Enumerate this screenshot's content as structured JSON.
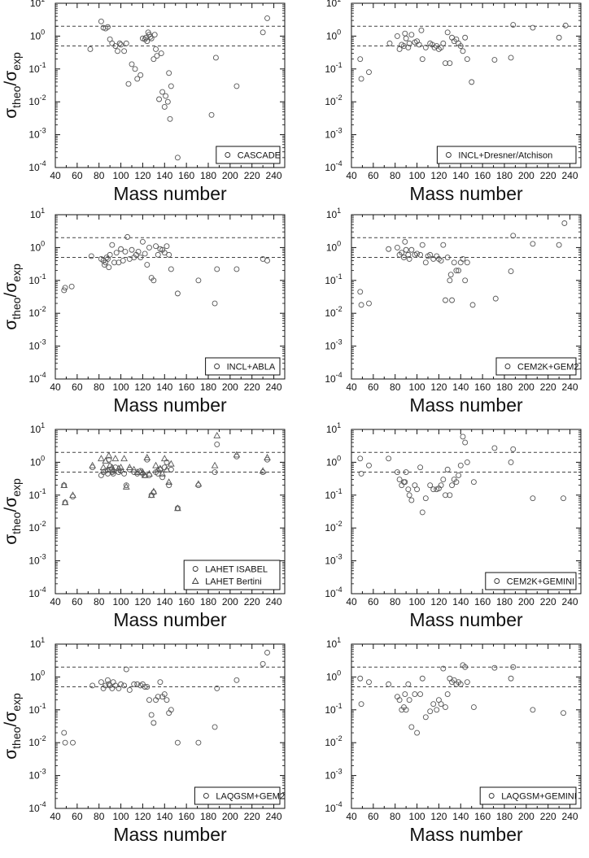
{
  "chart_data": [
    {
      "type": "scatter",
      "xlabel": "Mass number",
      "ylabel": {
        "base": "σ",
        "num_sub": "theo",
        "den_sub": "exp"
      },
      "xlim": [
        40,
        250
      ],
      "ylim": [
        0.0001,
        10
      ],
      "yscale": "log",
      "xticks": [
        "40",
        "60",
        "80",
        "100",
        "120",
        "140",
        "160",
        "180",
        "200",
        "220",
        "240"
      ],
      "yticks": [
        {
          "label": "10",
          "exp": "1"
        },
        {
          "label": "10",
          "exp": "0"
        },
        {
          "label": "10",
          "exp": "-1"
        },
        {
          "label": "10",
          "exp": "-2"
        },
        {
          "label": "10",
          "exp": "-3"
        },
        {
          "label": "10",
          "exp": "-4"
        }
      ],
      "reference_lines": [
        2,
        0.5
      ],
      "legend_position": "bottom-right",
      "series": [
        {
          "name": "CASCADE",
          "marker": "circle",
          "x": [
            72,
            82,
            84,
            86,
            88,
            90,
            92,
            95,
            97,
            99,
            100,
            103,
            105,
            107,
            110,
            113,
            115,
            118,
            120,
            122,
            123,
            124,
            125,
            126,
            127,
            128,
            130,
            131,
            132,
            133,
            135,
            137,
            138,
            140,
            141,
            143,
            144,
            145,
            146,
            152,
            183,
            187,
            206,
            230,
            234
          ],
          "y": [
            0.4,
            2.8,
            1.8,
            1.7,
            1.9,
            0.8,
            0.6,
            0.5,
            0.35,
            0.6,
            0.55,
            0.35,
            0.6,
            0.035,
            0.14,
            0.1,
            0.05,
            0.065,
            0.85,
            0.8,
            0.9,
            0.7,
            1.3,
            1.1,
            0.95,
            0.85,
            0.2,
            1.1,
            0.4,
            0.25,
            0.012,
            0.3,
            0.02,
            0.007,
            0.015,
            0.01,
            0.075,
            0.003,
            0.03,
            0.0002,
            0.004,
            0.22,
            0.03,
            1.3,
            3.5
          ]
        },
        {
          "name": "CASCADE",
          "marker": "circle",
          "x": [],
          "y": []
        }
      ]
    },
    {
      "type": "scatter",
      "xlabel": "Mass number",
      "xlim": [
        40,
        250
      ],
      "ylim": [
        0.0001,
        10
      ],
      "yscale": "log",
      "reference_lines": [
        2,
        0.5
      ],
      "legend_position": "bottom-right",
      "series": [
        {
          "name": "INCL+Dresner/Atchison",
          "marker": "circle",
          "x": [
            48,
            49,
            56,
            75,
            82,
            84,
            86,
            88,
            89,
            90,
            92,
            93,
            95,
            98,
            100,
            102,
            104,
            105,
            108,
            112,
            114,
            116,
            118,
            120,
            122,
            124,
            126,
            128,
            130,
            132,
            134,
            136,
            138,
            140,
            142,
            144,
            146,
            150,
            171,
            186,
            188,
            206,
            230,
            236
          ],
          "y": [
            0.2,
            0.05,
            0.08,
            0.6,
            1.0,
            0.4,
            0.55,
            0.5,
            1.2,
            0.85,
            0.45,
            0.6,
            1.1,
            0.65,
            0.7,
            0.55,
            1.5,
            0.2,
            0.45,
            0.6,
            0.55,
            0.45,
            0.5,
            0.4,
            0.45,
            0.6,
            0.15,
            1.3,
            0.15,
            0.9,
            0.7,
            0.8,
            0.6,
            0.5,
            0.35,
            0.9,
            0.2,
            0.04,
            0.19,
            0.22,
            2.2,
            1.8,
            0.9,
            2.1
          ]
        }
      ]
    },
    {
      "type": "scatter",
      "xlabel": "Mass number",
      "ylabel": {
        "base": "σ",
        "num_sub": "theo",
        "den_sub": "exp"
      },
      "xlim": [
        40,
        250
      ],
      "ylim": [
        0.0001,
        10
      ],
      "yscale": "log",
      "reference_lines": [
        2,
        0.5
      ],
      "legend_position": "bottom-right",
      "series": [
        {
          "name": "INCL+ABLA",
          "marker": "circle",
          "x": [
            48,
            49,
            55,
            73,
            82,
            84,
            85,
            86,
            87,
            88,
            89,
            90,
            92,
            94,
            96,
            98,
            100,
            102,
            104,
            106,
            108,
            110,
            112,
            114,
            116,
            118,
            120,
            122,
            124,
            126,
            128,
            130,
            132,
            134,
            136,
            138,
            140,
            142,
            144,
            146,
            152,
            171,
            186,
            188,
            206,
            230,
            234
          ],
          "y": [
            0.05,
            0.06,
            0.065,
            0.55,
            0.45,
            0.4,
            0.3,
            0.35,
            0.5,
            0.45,
            0.25,
            0.6,
            1.2,
            0.35,
            0.7,
            0.35,
            0.9,
            0.4,
            0.75,
            2.1,
            0.45,
            0.85,
            0.5,
            0.6,
            0.75,
            0.5,
            1.5,
            0.65,
            0.3,
            1.0,
            0.12,
            0.1,
            1.1,
            0.6,
            0.9,
            0.85,
            0.7,
            1.1,
            0.6,
            0.22,
            0.04,
            0.1,
            0.02,
            0.22,
            0.22,
            0.45,
            0.4
          ]
        }
      ]
    },
    {
      "type": "scatter",
      "xlabel": "Mass number",
      "xlim": [
        40,
        250
      ],
      "ylim": [
        0.0001,
        10
      ],
      "yscale": "log",
      "reference_lines": [
        2,
        0.5
      ],
      "legend_position": "bottom-right",
      "series": [
        {
          "name": "CEM2K+GEM2",
          "marker": "circle",
          "x": [
            48,
            49,
            56,
            74,
            82,
            84,
            86,
            88,
            89,
            90,
            92,
            93,
            95,
            98,
            100,
            103,
            105,
            108,
            110,
            112,
            115,
            118,
            120,
            122,
            124,
            126,
            128,
            130,
            131,
            132,
            134,
            136,
            138,
            140,
            142,
            144,
            146,
            151,
            172,
            186,
            188,
            206,
            230,
            235
          ],
          "y": [
            0.045,
            0.018,
            0.02,
            0.9,
            1.0,
            0.6,
            0.7,
            0.5,
            1.5,
            0.85,
            0.6,
            0.45,
            0.85,
            0.6,
            0.65,
            0.6,
            1.2,
            0.35,
            0.55,
            0.6,
            0.45,
            0.55,
            0.45,
            0.4,
            1.2,
            0.025,
            0.5,
            0.1,
            0.15,
            0.025,
            0.35,
            0.2,
            0.2,
            0.35,
            0.45,
            0.1,
            0.35,
            0.018,
            0.028,
            0.19,
            2.3,
            1.3,
            1.2,
            5.5
          ]
        }
      ]
    },
    {
      "type": "scatter",
      "xlabel": "Mass number",
      "ylabel": {
        "base": "σ",
        "num_sub": "theo",
        "den_sub": "exp"
      },
      "xlim": [
        40,
        250
      ],
      "ylim": [
        0.0001,
        10
      ],
      "yscale": "log",
      "reference_lines": [
        2,
        0.5
      ],
      "legend_position": "bottom-right",
      "series": [
        {
          "name": "LAHET ISABEL",
          "marker": "circle",
          "x": [
            48,
            49,
            56,
            74,
            82,
            84,
            86,
            88,
            89,
            90,
            92,
            93,
            95,
            98,
            100,
            103,
            105,
            108,
            112,
            115,
            118,
            120,
            122,
            124,
            126,
            128,
            130,
            132,
            134,
            136,
            138,
            140,
            142,
            144,
            146,
            152,
            171,
            186,
            188,
            206,
            230,
            234
          ],
          "y": [
            0.2,
            0.06,
            0.09,
            0.7,
            0.4,
            0.5,
            0.55,
            0.45,
            1.2,
            0.6,
            0.5,
            0.45,
            0.7,
            0.5,
            0.55,
            0.45,
            0.2,
            0.6,
            0.5,
            0.45,
            0.55,
            0.45,
            0.4,
            1.2,
            0.4,
            0.1,
            0.12,
            0.5,
            0.45,
            0.6,
            0.35,
            0.7,
            1.0,
            0.2,
            0.6,
            0.04,
            0.2,
            0.5,
            3.5,
            1.5,
            0.5,
            1.2
          ]
        },
        {
          "name": "LAHET Bertini",
          "marker": "triangle",
          "x": [
            48,
            49,
            56,
            74,
            82,
            84,
            86,
            88,
            89,
            90,
            92,
            93,
            95,
            98,
            100,
            103,
            105,
            108,
            112,
            115,
            118,
            120,
            122,
            124,
            126,
            128,
            130,
            132,
            134,
            136,
            138,
            140,
            142,
            144,
            146,
            152,
            171,
            186,
            188,
            206,
            230,
            234
          ],
          "y": [
            0.2,
            0.06,
            0.1,
            0.8,
            1.3,
            0.7,
            1.1,
            0.6,
            1.6,
            0.8,
            0.7,
            0.55,
            1.3,
            0.65,
            0.7,
            1.3,
            0.18,
            0.7,
            0.6,
            0.5,
            0.5,
            0.5,
            0.4,
            1.4,
            0.45,
            0.1,
            0.13,
            0.8,
            0.6,
            0.65,
            0.45,
            1.3,
            0.6,
            0.25,
            0.9,
            0.04,
            0.22,
            0.8,
            6.5,
            1.7,
            0.55,
            1.4
          ]
        }
      ]
    },
    {
      "type": "scatter",
      "xlabel": "Mass number",
      "xlim": [
        40,
        250
      ],
      "ylim": [
        0.0001,
        10
      ],
      "yscale": "log",
      "reference_lines": [
        2,
        0.5
      ],
      "legend_position": "bottom-right",
      "series": [
        {
          "name": "CEM2K+GEMINI",
          "marker": "circle",
          "x": [
            48,
            49,
            56,
            74,
            82,
            84,
            86,
            88,
            89,
            90,
            92,
            93,
            95,
            98,
            100,
            103,
            105,
            108,
            112,
            115,
            118,
            120,
            122,
            124,
            126,
            128,
            130,
            132,
            134,
            136,
            138,
            140,
            142,
            144,
            146,
            152,
            171,
            186,
            188,
            206,
            234
          ],
          "y": [
            1.3,
            0.45,
            0.8,
            1.3,
            0.5,
            0.3,
            0.2,
            0.25,
            0.25,
            0.5,
            0.15,
            0.1,
            0.07,
            0.2,
            0.15,
            0.7,
            0.03,
            0.08,
            0.2,
            0.15,
            0.15,
            0.16,
            0.2,
            0.3,
            0.1,
            0.6,
            0.1,
            0.2,
            0.3,
            0.25,
            0.4,
            0.8,
            6.0,
            4.0,
            1.0,
            0.25,
            2.7,
            1.0,
            2.5,
            0.08,
            0.08
          ]
        }
      ]
    },
    {
      "type": "scatter",
      "xlabel": "Mass number",
      "ylabel": {
        "base": "σ",
        "num_sub": "theo",
        "den_sub": "exp"
      },
      "xlim": [
        40,
        250
      ],
      "ylim": [
        0.0001,
        10
      ],
      "yscale": "log",
      "reference_lines": [
        2,
        0.5
      ],
      "legend_position": "bottom-right",
      "series": [
        {
          "name": "LAQGSM+GEM2",
          "marker": "circle",
          "x": [
            48,
            49,
            56,
            74,
            82,
            84,
            86,
            88,
            89,
            90,
            92,
            93,
            95,
            98,
            100,
            103,
            105,
            108,
            112,
            115,
            118,
            120,
            122,
            124,
            126,
            128,
            130,
            132,
            134,
            136,
            138,
            140,
            142,
            144,
            146,
            152,
            171,
            186,
            188,
            206,
            230,
            234
          ],
          "y": [
            0.02,
            0.01,
            0.01,
            0.55,
            0.7,
            0.45,
            0.55,
            0.8,
            0.6,
            0.55,
            0.45,
            0.7,
            0.55,
            0.45,
            0.6,
            0.55,
            1.7,
            0.4,
            0.6,
            0.6,
            0.55,
            0.6,
            0.5,
            0.5,
            0.2,
            0.07,
            0.04,
            0.2,
            0.25,
            0.7,
            0.25,
            0.3,
            0.2,
            0.08,
            0.1,
            0.01,
            0.01,
            0.03,
            0.45,
            0.8,
            2.5,
            5.5
          ]
        }
      ]
    },
    {
      "type": "scatter",
      "xlabel": "Mass number",
      "xlim": [
        40,
        250
      ],
      "ylim": [
        0.0001,
        10
      ],
      "yscale": "log",
      "reference_lines": [
        2,
        0.5
      ],
      "legend_position": "bottom-right",
      "series": [
        {
          "name": "LAQGSM+GEMINI",
          "marker": "circle",
          "x": [
            48,
            49,
            56,
            74,
            82,
            84,
            86,
            88,
            89,
            90,
            92,
            93,
            95,
            98,
            100,
            103,
            105,
            108,
            112,
            115,
            118,
            120,
            122,
            124,
            126,
            128,
            130,
            132,
            134,
            136,
            138,
            140,
            142,
            144,
            146,
            152,
            171,
            186,
            188,
            206,
            234
          ],
          "y": [
            0.9,
            0.15,
            0.7,
            0.6,
            0.25,
            0.2,
            0.1,
            0.12,
            0.3,
            0.1,
            0.6,
            0.2,
            0.03,
            0.3,
            0.02,
            0.3,
            0.9,
            0.06,
            0.09,
            0.15,
            0.1,
            0.2,
            0.15,
            1.8,
            0.12,
            0.3,
            0.9,
            0.7,
            0.8,
            0.6,
            0.7,
            0.6,
            2.3,
            2.0,
            0.7,
            0.12,
            1.9,
            0.9,
            2.0,
            0.1,
            0.08
          ]
        }
      ]
    }
  ]
}
